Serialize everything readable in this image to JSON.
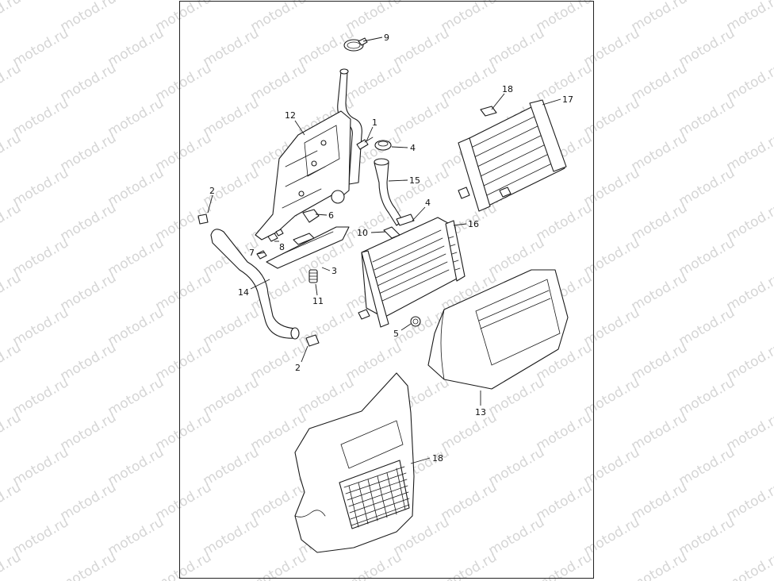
{
  "watermark": "motod.ru",
  "callouts": [
    {
      "id": "c9",
      "text": "9"
    },
    {
      "id": "c18a",
      "text": "18"
    },
    {
      "id": "c17",
      "text": "17"
    },
    {
      "id": "c12",
      "text": "12"
    },
    {
      "id": "c1",
      "text": "1"
    },
    {
      "id": "c4a",
      "text": "4"
    },
    {
      "id": "c15",
      "text": "15"
    },
    {
      "id": "c2a",
      "text": "2"
    },
    {
      "id": "c6",
      "text": "6"
    },
    {
      "id": "c4b",
      "text": "4"
    },
    {
      "id": "c16",
      "text": "16"
    },
    {
      "id": "c10",
      "text": "10"
    },
    {
      "id": "c8",
      "text": "8"
    },
    {
      "id": "c7",
      "text": "7"
    },
    {
      "id": "c3",
      "text": "3"
    },
    {
      "id": "c14",
      "text": "14"
    },
    {
      "id": "c11",
      "text": "11"
    },
    {
      "id": "c5",
      "text": "5"
    },
    {
      "id": "c2b",
      "text": "2"
    },
    {
      "id": "c13",
      "text": "13"
    },
    {
      "id": "c18b",
      "text": "18"
    }
  ]
}
